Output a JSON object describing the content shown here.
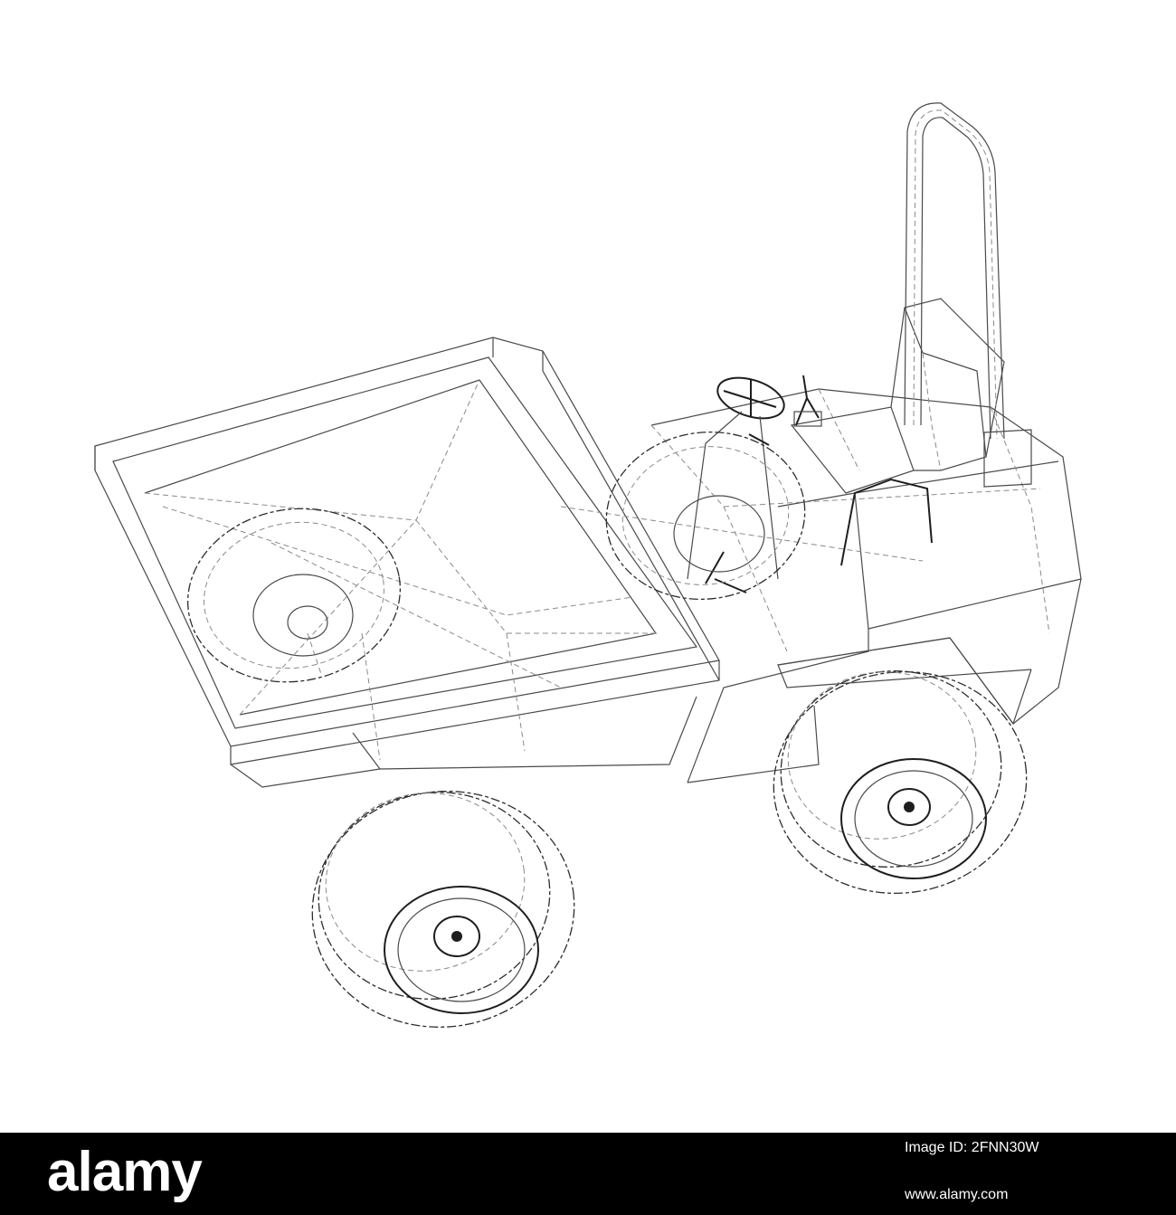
{
  "subject": "wireframe illustration of a site dumper vehicle with roll bar, tipping skip and four off-road tyres",
  "colors": {
    "background": "#ffffff",
    "line": "#4a4a4a",
    "footer": "#000000",
    "footer_text": "#ffffff"
  },
  "footer": {
    "brand": "alamy",
    "image_id_label": "Image ID: 2FNN30W",
    "url": "www.alamy.com"
  }
}
